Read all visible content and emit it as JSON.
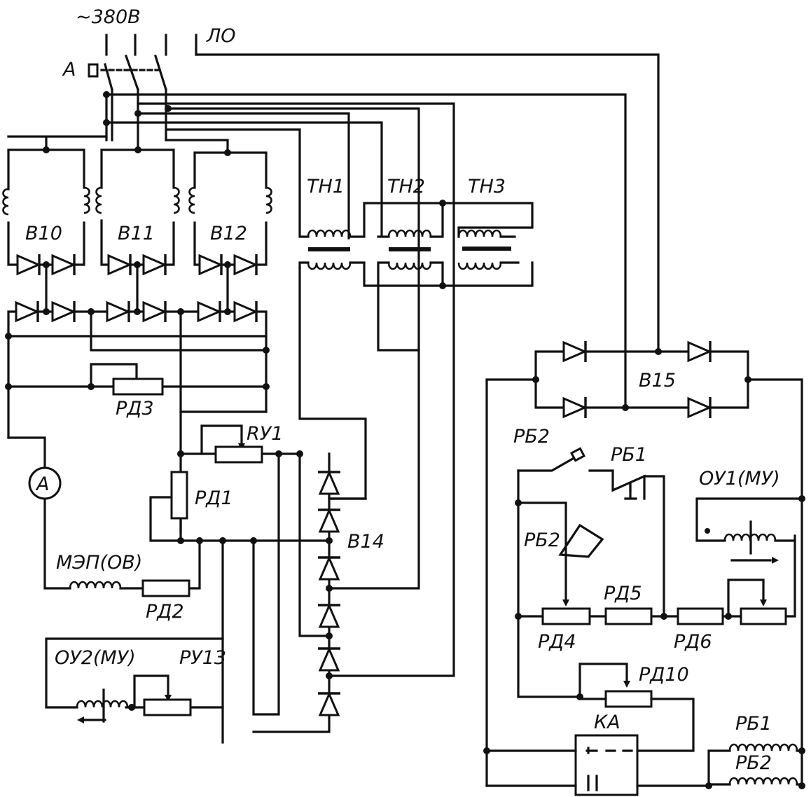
{
  "supply": {
    "voltage": "~380В",
    "lighting": "ЛО",
    "breaker": "А"
  },
  "labels": {
    "v10": "В10",
    "v11": "В11",
    "v12": "В12",
    "tn1": "ТН1",
    "tn2": "ТН2",
    "tn3": "ТН3",
    "rd3": "РД3",
    "ry1": "RУ1",
    "rd1": "РД1",
    "v14": "В14",
    "ammeter": "А",
    "mep": "МЭП(ОВ)",
    "rd2": "РД2",
    "oy2": "ОУ2(МУ)",
    "ry13": "РУ13",
    "v15": "В15",
    "rb2_top": "РБ2",
    "rb1_top": "РБ1",
    "oy1": "ОУ1(МУ)",
    "rb2_mid": "РБ2",
    "rd4": "РД4",
    "rd5": "РД5",
    "rd6": "РД6",
    "rd10": "РД10",
    "ka": "КА",
    "rb1_coil": "РБ1",
    "rb2_coil": "РБ2"
  }
}
